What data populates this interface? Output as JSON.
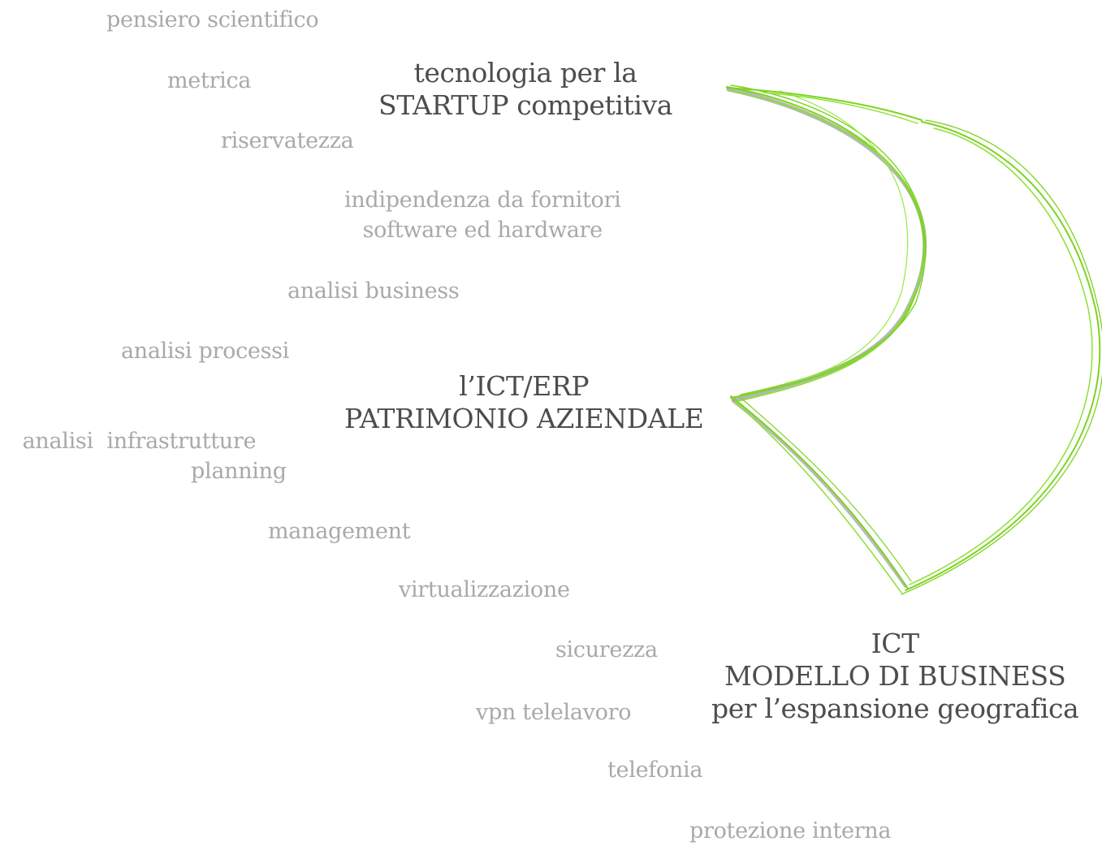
{
  "keywords": [
    "pensiero scientifico",
    "metrica",
    "riservatezza",
    [
      "indipendenza da fornitori",
      "software ed hardware"
    ],
    "analisi business",
    "analisi processi",
    "analisi  infrastrutture",
    "planning",
    "management",
    "virtualizzazione",
    "sicurezza",
    "vpn telelavoro",
    "telefonia",
    "protezione interna"
  ],
  "nodes": {
    "startup": [
      "tecnologia per la",
      "STARTUP competitiva"
    ],
    "patrimonio": [
      "l’ICT/ERP",
      "PATRIMONIO AZIENDALE"
    ],
    "business": [
      "ICT",
      "MODELLO DI BUSINESS",
      "per l’espansione geografica"
    ]
  },
  "colors": {
    "keyword_text": "#a9a9a9",
    "main_text": "#4d4d4d",
    "arrow_green": "#7ed321",
    "arrow_gray": "#9e9e9e"
  }
}
